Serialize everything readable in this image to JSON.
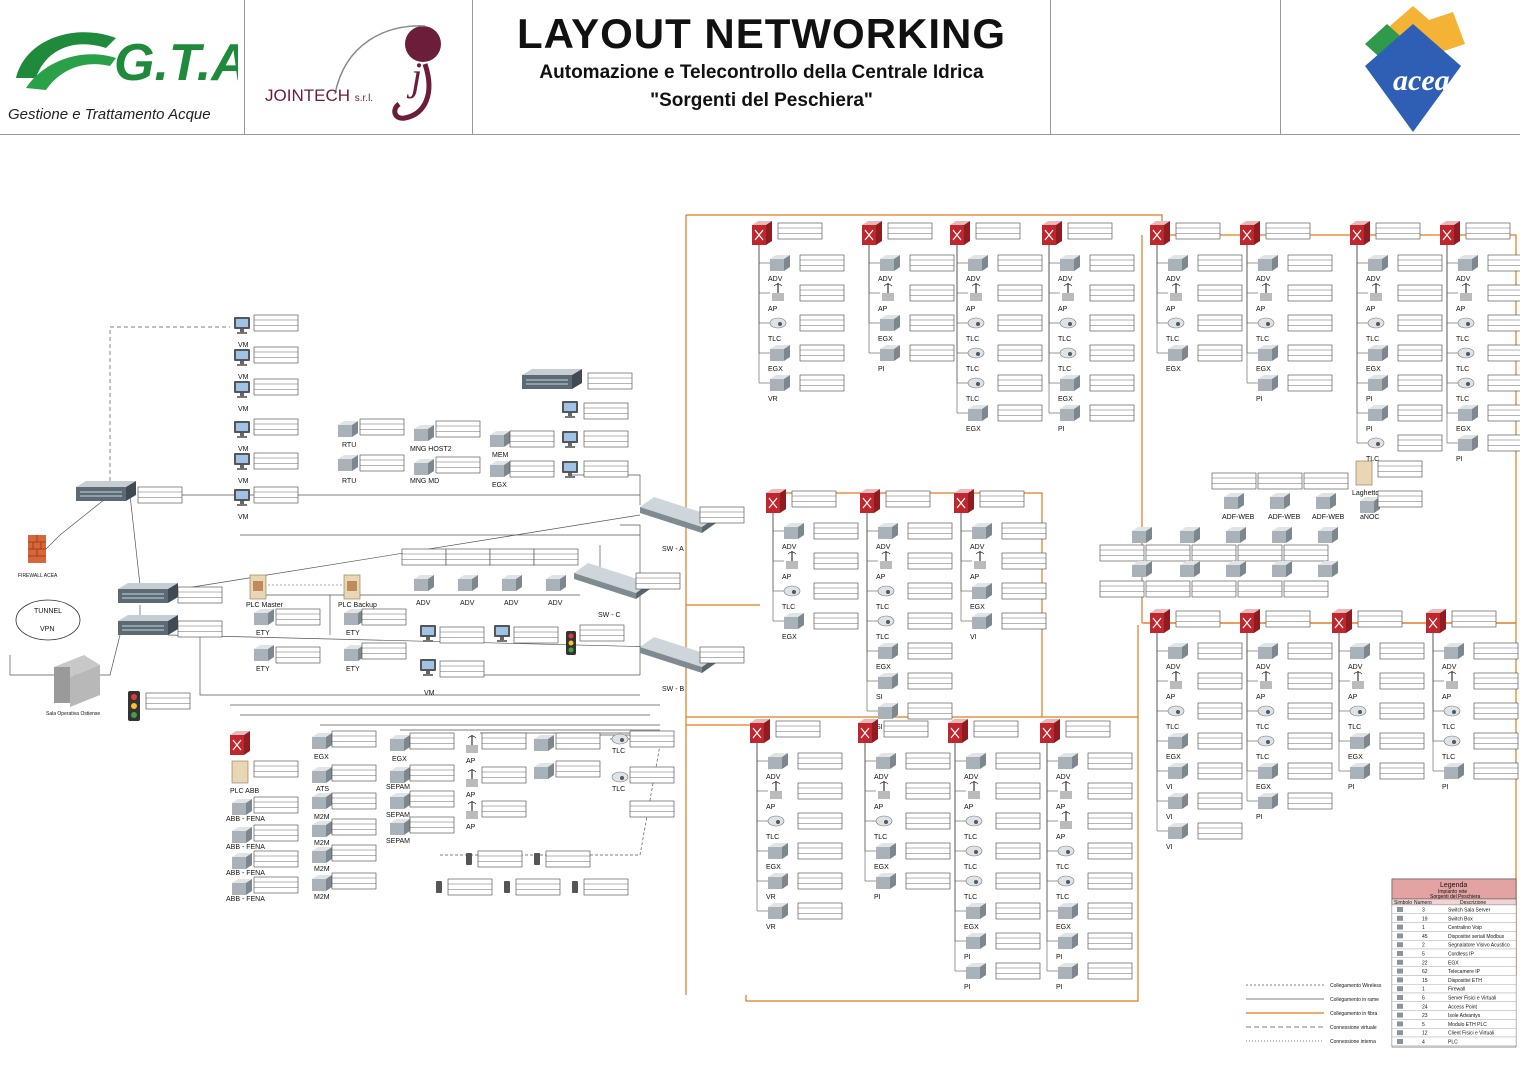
{
  "header": {
    "gta_logo_text": "G.T.A.",
    "gta_subtitle": "Gestione e Trattamento Acque",
    "jointech_name": "JOINTECH",
    "jointech_suffix": "s.r.l.",
    "title": "LAYOUT NETWORKING",
    "subtitle_line1": "Automazione e Telecontrollo della Centrale Idrica",
    "subtitle_line2": "\"Sorgenti del Peschiera\"",
    "acea_logo_text": "acea"
  },
  "colors": {
    "fiber": "#e07a1f",
    "copper": "#555555",
    "switch_red": "#c0262d",
    "device_gray": "#9aa4ab",
    "legend_header": "#e3a3a3"
  },
  "left_area": {
    "firewall_label": "FIREWALL ACEA",
    "tunnel_label": "TUNNEL",
    "vpn_label": "VPN",
    "sala_label": "Sala Operativa Ostiense",
    "vm_label": "VM",
    "rtu_label": "RTU",
    "mng_host2_label": "MNG HOST2",
    "mng_md_label": "MNG MD",
    "mem_label": "MEM",
    "egx_label": "EGX",
    "plc_master_label": "PLC Master",
    "plc_backup_label": "PLC Backup",
    "ety_label": "ETY",
    "adv_label": "ADV",
    "plc_abb_label": "PLC ABB",
    "abb_fena_label": "ABB - FENA",
    "ats_label": "ATS",
    "m2m_label": "M2M",
    "sepam_label": "SEPAM",
    "ap_label": "AP",
    "tlc_label": "TLC",
    "sw_a_label": "SW - A",
    "sw_b_label": "SW - B",
    "sw_c_label": "SW - C"
  },
  "boxes": {
    "ap": "AP",
    "adv": "ADV",
    "tlc": "TLC",
    "egx": "EGX",
    "vr": "VR",
    "pi": "PI",
    "vi": "VI",
    "si": "SI",
    "adf_web": "ADF-WEB",
    "laghetto": "Laghetto",
    "anoc": "aNOC"
  },
  "legend": {
    "title": "Legenda",
    "subtitle1": "Impianto rete",
    "subtitle2": "Sorgenti del Peschiera",
    "col_simbolo": "Simbolo",
    "col_numero": "Numero",
    "col_descrizione": "Descrizione",
    "rows": [
      {
        "n": "3",
        "d": "Switch Sala Server"
      },
      {
        "n": "19",
        "d": "Switch Box"
      },
      {
        "n": "1",
        "d": "Centralino Voip"
      },
      {
        "n": "45",
        "d": "Dispositivi seriali Modbus"
      },
      {
        "n": "2",
        "d": "Segnalatore Visivo Acustico"
      },
      {
        "n": "5",
        "d": "Cordless IP"
      },
      {
        "n": "22",
        "d": "EGX"
      },
      {
        "n": "62",
        "d": "Telecamere IP"
      },
      {
        "n": "15",
        "d": "Dispositivi ETH"
      },
      {
        "n": "1",
        "d": "Firewall"
      },
      {
        "n": "6",
        "d": "Server Fisici e Virtuali"
      },
      {
        "n": "24",
        "d": "Access Point"
      },
      {
        "n": "23",
        "d": "Isole Advantys"
      },
      {
        "n": "5",
        "d": "Modulo ETH PLC"
      },
      {
        "n": "12",
        "d": "Client Fisici e Virtuali"
      },
      {
        "n": "4",
        "d": "PLC"
      }
    ],
    "links": [
      "Collegamento Wireless",
      "Collegamento in rame",
      "Collegamento in fibra",
      "Connessione virtuale",
      "Connessione interna"
    ]
  }
}
